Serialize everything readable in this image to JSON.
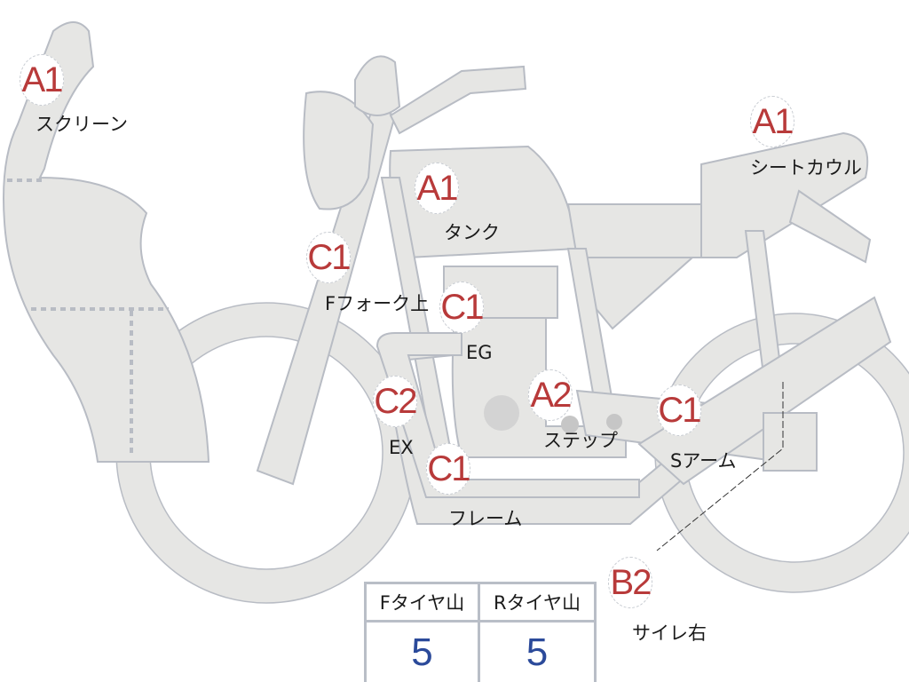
{
  "colors": {
    "part_fill": "#e6e6e4",
    "part_stroke": "#b8bcc4",
    "grade": "#b83a3a",
    "value": "#2b4a9a"
  },
  "markers": [
    {
      "grade": "A1",
      "label": "スクリーン"
    },
    {
      "grade": "A1",
      "label": "タンク"
    },
    {
      "grade": "A1",
      "label": "シートカウル"
    },
    {
      "grade": "C1",
      "label": "Fフォーク上"
    },
    {
      "grade": "C1",
      "label": "EG"
    },
    {
      "grade": "A2",
      "label": "ステップ"
    },
    {
      "grade": "C1",
      "label": "Sアーム"
    },
    {
      "grade": "C2",
      "label": "EX"
    },
    {
      "grade": "C1",
      "label": "フレーム"
    },
    {
      "grade": "B2",
      "label": "サイレ右"
    }
  ],
  "tire_table": {
    "headers": [
      "Fタイヤ山",
      "Rタイヤ山"
    ],
    "values": [
      "5",
      "5"
    ]
  }
}
